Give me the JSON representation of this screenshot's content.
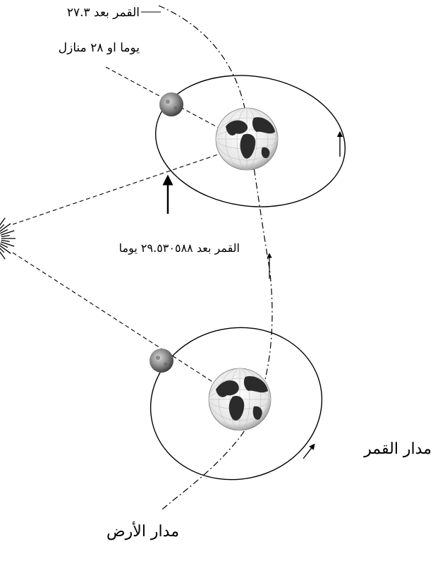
{
  "labels": {
    "sidereal_line1": "القمر بعد ٢٧.٣",
    "sidereal_line2": "يوما او ٢٨ منازل",
    "synodic": "القمر بعد ٢٩.٥٣٠٥٨٨ يوما",
    "moon_orbit": "مدار القمر",
    "earth_orbit": "مدار الأرض"
  },
  "colors": {
    "line": "#000000",
    "earth_ocean": "#f2f2f2",
    "earth_land": "#2b2b2b",
    "moon": "#8a8a8a"
  },
  "icons": [
    "sun-icon",
    "earth-icon",
    "moon-icon"
  ]
}
